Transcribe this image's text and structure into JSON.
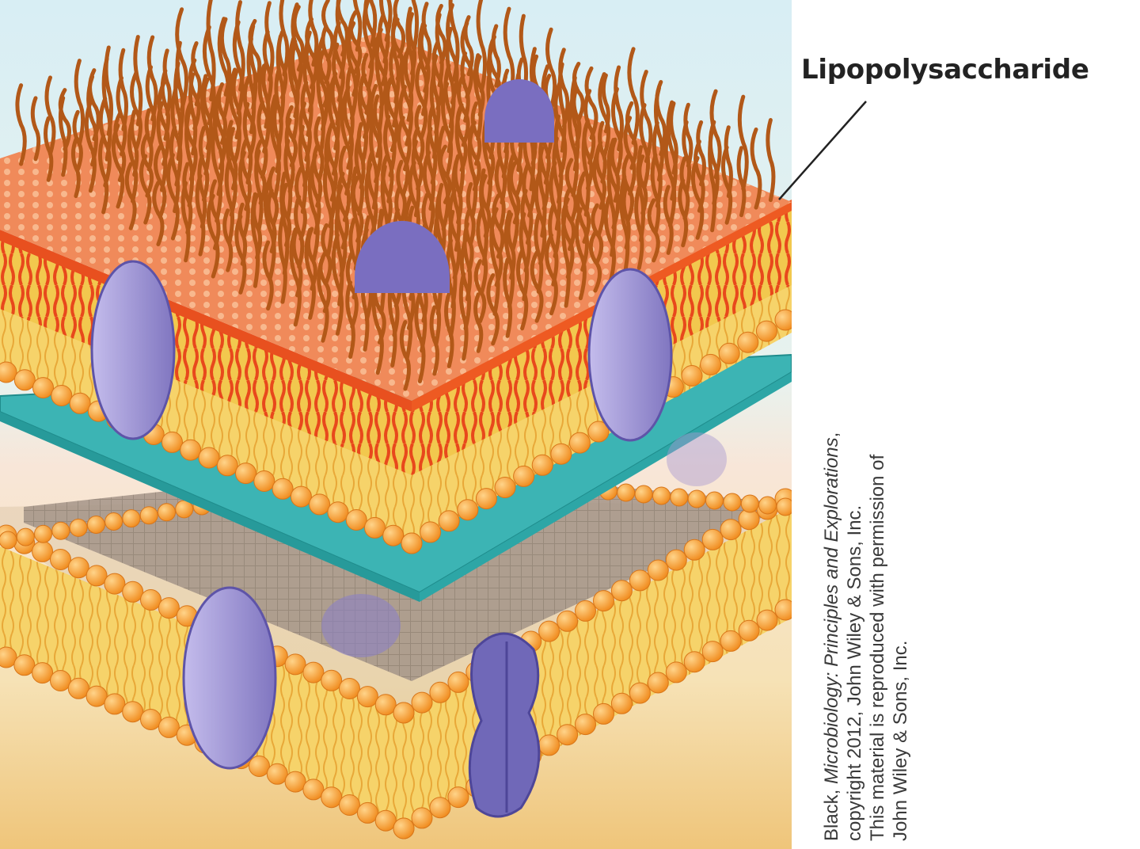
{
  "label": "Lipopolysaccharide",
  "credit": {
    "author": "Black, ",
    "book_italic": "Microbiology: Principles and Explorations",
    "after_book": ",",
    "line2": "copyright 2012, John Wiley & Sons, Inc.",
    "line3": "This material is reproduced with permission of",
    "line4": "John Wiley & Sons, Inc."
  },
  "colors": {
    "lps_chain": "#b85a1c",
    "outer_leaflet": "#e8501f",
    "lipid_head": "#f4a23a",
    "lipid_tail": "#f2cc5a",
    "peptidoglycan": "#3bb3b3",
    "protein": "#8a80c8"
  }
}
